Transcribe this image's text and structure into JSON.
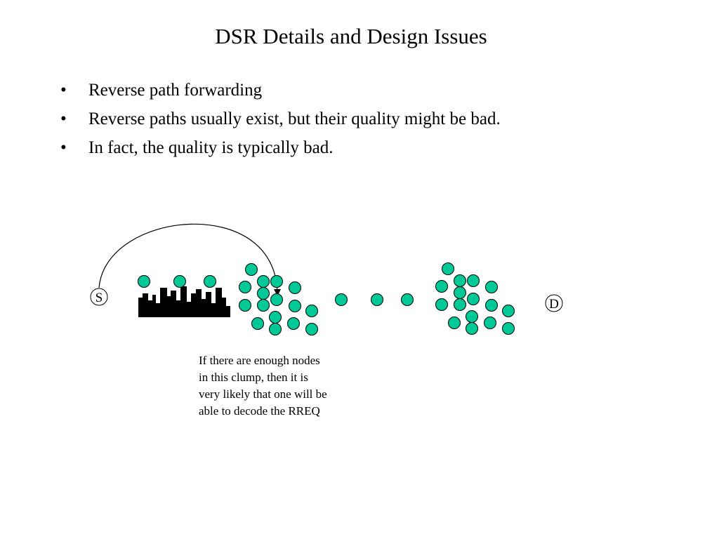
{
  "slide": {
    "title": "DSR Details and Design Issues",
    "bullet_symbol": "•",
    "bullets": [
      "Reverse path forwarding",
      "Reverse paths usually exist, but their quality might be bad.",
      "In fact, the quality is typically bad."
    ]
  },
  "diagram": {
    "source_label": "S",
    "destination_label": "D",
    "node_fill": "#00c896",
    "node_stroke": "#000000",
    "skyline_color": "#000000",
    "annotation_lines": [
      "If there are enough nodes",
      "in this clump, then it is",
      "very likely that one will be",
      "able to decode the RREQ"
    ]
  }
}
